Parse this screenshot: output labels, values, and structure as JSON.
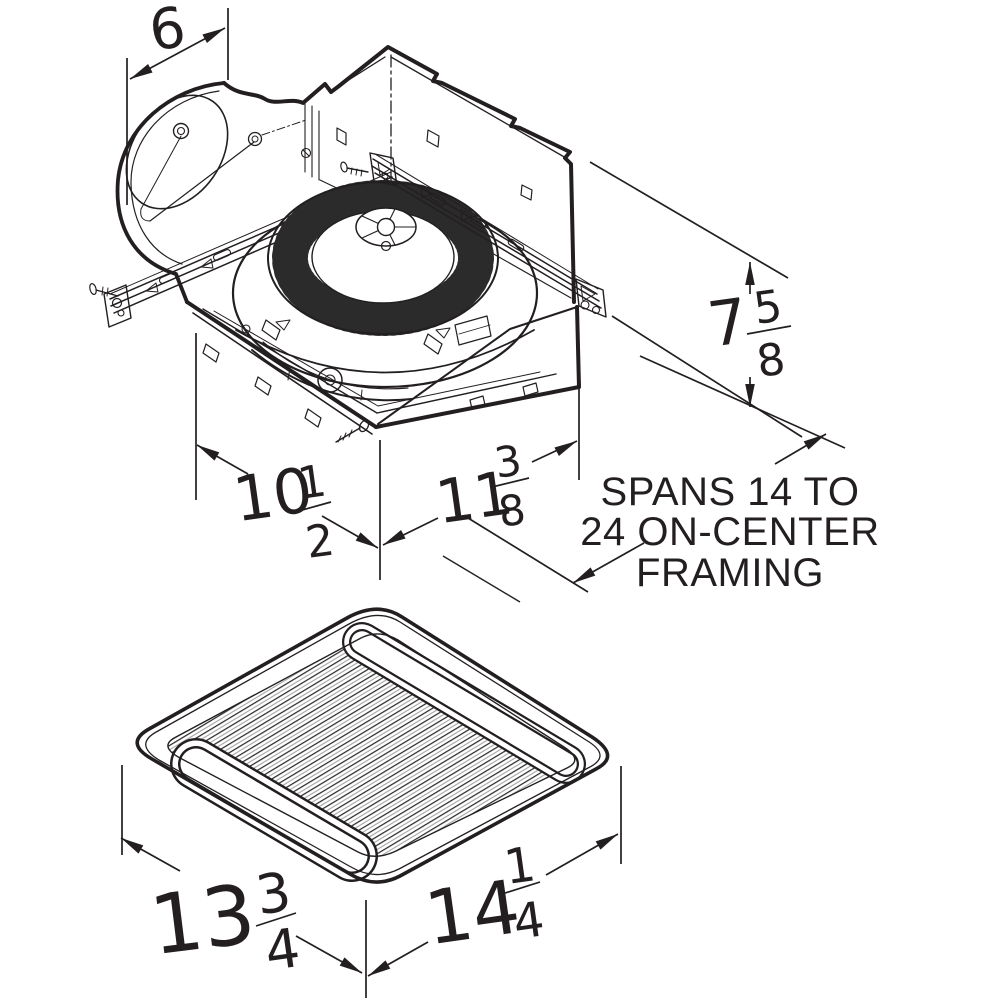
{
  "drawing": {
    "type": "ventilation-fan-dimension-diagram",
    "line_color": "#231f20",
    "background": "#ffffff",
    "top_view": {
      "description": "fan-housing-isometric",
      "dimensions": {
        "duct": {
          "value": "6"
        },
        "height": {
          "whole": "7",
          "numerator": "5",
          "denominator": "8"
        },
        "width": {
          "whole": "10",
          "numerator": "1",
          "denominator": "2"
        },
        "length": {
          "whole": "11",
          "numerator": "3",
          "denominator": "8"
        },
        "span_note": {
          "line1": "SPANS 14 TO",
          "line2": "24 ON-CENTER",
          "line3": "FRAMING"
        }
      }
    },
    "bottom_view": {
      "description": "grille-isometric",
      "dimensions": {
        "depth": {
          "whole": "13",
          "numerator": "3",
          "denominator": "4"
        },
        "width": {
          "whole": "14",
          "numerator": "1",
          "denominator": "4"
        }
      }
    }
  }
}
